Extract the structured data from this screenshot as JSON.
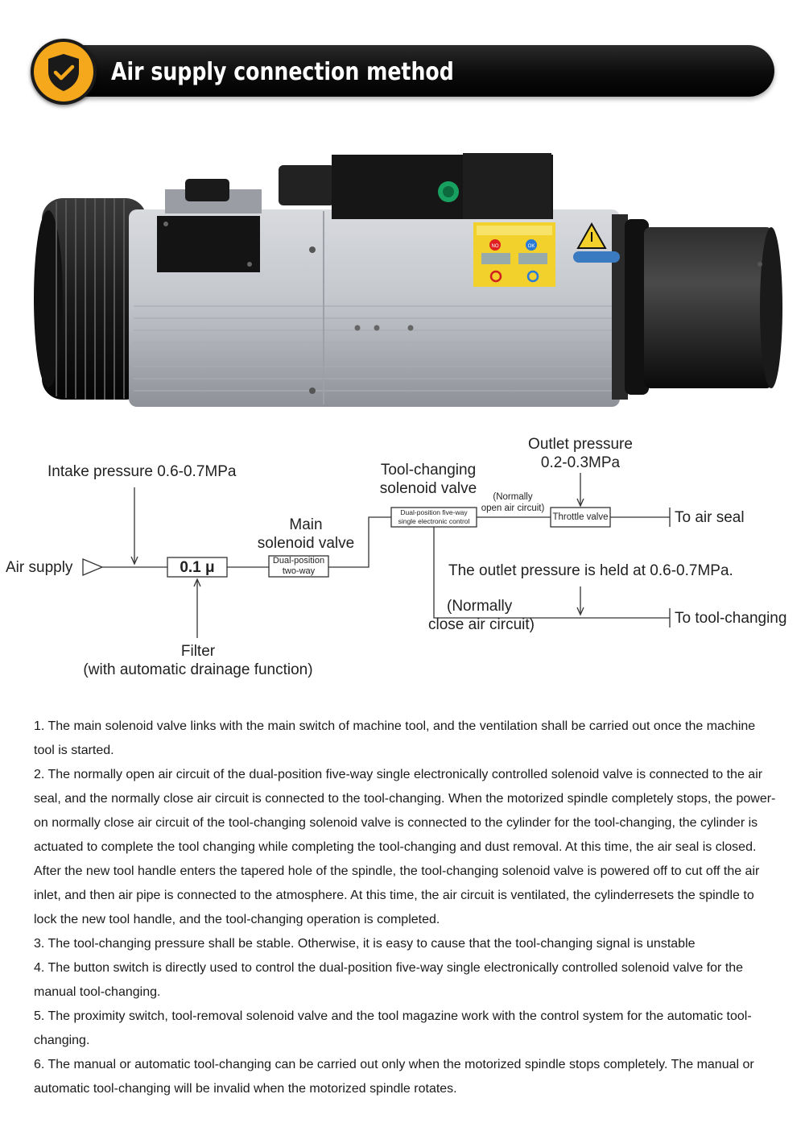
{
  "header": {
    "title": "Air supply connection method",
    "accent_color": "#f5a81c",
    "icon": "shield-check-icon"
  },
  "product": {
    "label_no": "NO",
    "label_ok": "OK"
  },
  "diagram": {
    "outlet_pressure_line1": "Outlet pressure",
    "outlet_pressure_line2": "0.2-0.3MPa",
    "intake_pressure": "Intake pressure 0.6-0.7MPa",
    "tool_changing_valve_line1": "Tool-changing",
    "tool_changing_valve_line2": "solenoid valve",
    "normally_open_line1": "(Normally",
    "normally_open_line2": "open air circuit)",
    "dual_position_box_line1": "Dual-position five-way",
    "dual_position_box_line2": "single electronic control",
    "throttle_valve": "Throttle valve",
    "to_air_seal": "To air seal",
    "main_valve_line1": "Main",
    "main_valve_line2": "solenoid valve",
    "main_valve_box_line1": "Dual-position",
    "main_valve_box_line2": "two-way",
    "air_supply": "Air supply",
    "filter_box": "0.1 μ",
    "outlet_held": "The outlet pressure is held at 0.6-0.7MPa.",
    "normally_close_line1": "(Normally",
    "normally_close_line2": "close air circuit)",
    "to_tool_changing": "To tool-changing",
    "filter_line1": "Filter",
    "filter_line2": "(with automatic drainage function)"
  },
  "notes": [
    "1. The main solenoid valve links with the main switch of machine tool, and the ventilation shall be carried out once the machine tool is started.",
    "2. The normally open air circuit of the dual-position five-way single electronically controlled solenoid valve is connected to the air seal, and the normally close air circuit is connected to the tool-changing. When the motorized spindle completely stops, the power-on normally close air circuit of the tool-changing solenoid valve is connected to the cylinder for the tool-changing, the cylinder is actuated to complete the tool changing while completing the tool-changing and dust removal. At this time, the air seal is closed. After the new tool handle enters the tapered hole of the spindle, the tool-changing solenoid valve is powered off to cut off the air inlet, and then air pipe is connected to the atmosphere. At this time, the air circuit is ventilated, the cylinderresets the spindle to lock the new tool handle, and the tool-changing operation is completed.",
    "3. The tool-changing pressure shall be stable. Otherwise, it is easy to cause that the tool-changing signal is unstable",
    "4. The button switch is directly used to control the dual-position five-way single electronically controlled solenoid valve for the manual tool-changing.",
    "5. The proximity switch, tool-removal solenoid valve and the tool magazine work with the control system for the automatic tool-changing.",
    "6. The manual or automatic tool-changing can be carried out only when the motorized spindle stops completely. The manual or automatic tool-changing will be invalid when the motorized spindle rotates."
  ]
}
